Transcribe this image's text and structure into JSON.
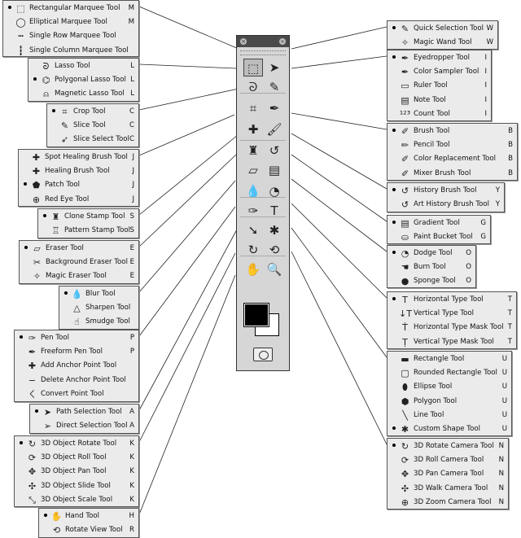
{
  "toolbox": {
    "close_glyph": "×",
    "collapse_glyph": "»",
    "tools": [
      {
        "name": "marquee-tool",
        "icon": "⬚",
        "selected": true
      },
      {
        "name": "move-tool",
        "icon": "➤"
      },
      {
        "name": "lasso-tool",
        "icon": "ᘐ"
      },
      {
        "name": "quick-selection-tool",
        "icon": "✎"
      },
      {
        "name": "crop-tool",
        "icon": "⌗"
      },
      {
        "name": "eyedropper-tool",
        "icon": "✒"
      },
      {
        "name": "healing-tool",
        "icon": "✚"
      },
      {
        "name": "brush-tool",
        "icon": "🖌"
      },
      {
        "name": "clone-stamp-tool",
        "icon": "♜"
      },
      {
        "name": "history-brush-tool",
        "icon": "↺"
      },
      {
        "name": "eraser-tool",
        "icon": "▱"
      },
      {
        "name": "gradient-tool",
        "icon": "▤"
      },
      {
        "name": "blur-tool",
        "icon": "💧"
      },
      {
        "name": "dodge-tool",
        "icon": "◔"
      },
      {
        "name": "pen-tool",
        "icon": "✑"
      },
      {
        "name": "type-tool",
        "icon": "T"
      },
      {
        "name": "path-selection-tool",
        "icon": "➘"
      },
      {
        "name": "custom-shape-tool",
        "icon": "✱"
      },
      {
        "name": "3d-rotate-tool",
        "icon": "↻"
      },
      {
        "name": "3d-camera-tool",
        "icon": "⟲"
      },
      {
        "name": "hand-tool",
        "icon": "✋"
      },
      {
        "name": "zoom-tool",
        "icon": "🔍"
      }
    ]
  },
  "flyouts_left": [
    {
      "items": [
        {
          "label": "Rectangular Marquee Tool",
          "key": "M",
          "icon": "⬚",
          "active": true
        },
        {
          "label": "Elliptical Marquee Tool",
          "key": "M",
          "icon": "◯"
        },
        {
          "label": "Single Row Marquee Tool",
          "key": "",
          "icon": "┅"
        },
        {
          "label": "Single Column Marquee Tool",
          "key": "",
          "icon": "┇"
        }
      ]
    },
    {
      "items": [
        {
          "label": "Lasso Tool",
          "key": "L",
          "icon": "ᘐ"
        },
        {
          "label": "Polygonal Lasso Tool",
          "key": "L",
          "icon": "⌬",
          "active": true
        },
        {
          "label": "Magnetic Lasso Tool",
          "key": "L",
          "icon": "⍝"
        }
      ]
    },
    {
      "items": [
        {
          "label": "Crop Tool",
          "key": "C",
          "icon": "⌗",
          "active": true
        },
        {
          "label": "Slice Tool",
          "key": "C",
          "icon": "✎"
        },
        {
          "label": "Slice Select Tool",
          "key": "C",
          "icon": "➶"
        }
      ]
    },
    {
      "items": [
        {
          "label": "Spot Healing Brush Tool",
          "key": "J",
          "icon": "✚"
        },
        {
          "label": "Healing Brush Tool",
          "key": "J",
          "icon": "✚"
        },
        {
          "label": "Patch Tool",
          "key": "J",
          "icon": "⬟",
          "active": true
        },
        {
          "label": "Red Eye Tool",
          "key": "J",
          "icon": "⊕"
        }
      ]
    },
    {
      "items": [
        {
          "label": "Clone Stamp Tool",
          "key": "S",
          "icon": "♜",
          "active": true
        },
        {
          "label": "Pattern Stamp Tool",
          "key": "S",
          "icon": "♖"
        }
      ]
    },
    {
      "items": [
        {
          "label": "Eraser Tool",
          "key": "E",
          "icon": "▱",
          "active": true
        },
        {
          "label": "Background Eraser Tool",
          "key": "E",
          "icon": "✂"
        },
        {
          "label": "Magic Eraser Tool",
          "key": "E",
          "icon": "✧"
        }
      ]
    },
    {
      "items": [
        {
          "label": "Blur Tool",
          "key": "",
          "icon": "💧",
          "active": true
        },
        {
          "label": "Sharpen Tool",
          "key": "",
          "icon": "△"
        },
        {
          "label": "Smudge Tool",
          "key": "",
          "icon": "☝"
        }
      ]
    },
    {
      "items": [
        {
          "label": "Pen Tool",
          "key": "P",
          "icon": "✑",
          "active": true
        },
        {
          "label": "Freeform Pen Tool",
          "key": "P",
          "icon": "✒"
        },
        {
          "label": "Add Anchor Point Tool",
          "key": "",
          "icon": "✚"
        },
        {
          "label": "Delete Anchor Point Tool",
          "key": "",
          "icon": "−"
        },
        {
          "label": "Convert Point Tool",
          "key": "",
          "icon": "ㄑ"
        }
      ]
    },
    {
      "items": [
        {
          "label": "Path Selection Tool",
          "key": "A",
          "icon": "➤",
          "active": true
        },
        {
          "label": "Direct Selection Tool",
          "key": "A",
          "icon": "➢"
        }
      ]
    },
    {
      "items": [
        {
          "label": "3D Object Rotate Tool",
          "key": "K",
          "icon": "↻",
          "active": true
        },
        {
          "label": "3D Object Roll Tool",
          "key": "K",
          "icon": "⟳"
        },
        {
          "label": "3D Object Pan Tool",
          "key": "K",
          "icon": "✥"
        },
        {
          "label": "3D Object Slide Tool",
          "key": "K",
          "icon": "✣"
        },
        {
          "label": "3D Object Scale Tool",
          "key": "K",
          "icon": "⤡"
        }
      ]
    },
    {
      "items": [
        {
          "label": "Hand Tool",
          "key": "H",
          "icon": "✋",
          "active": true
        },
        {
          "label": "Rotate View Tool",
          "key": "R",
          "icon": "⟲"
        }
      ]
    }
  ],
  "flyouts_right": [
    {
      "items": [
        {
          "label": "Quick Selection Tool",
          "key": "W",
          "icon": "✎",
          "active": true
        },
        {
          "label": "Magic Wand Tool",
          "key": "W",
          "icon": "✧"
        }
      ]
    },
    {
      "items": [
        {
          "label": "Eyedropper Tool",
          "key": "I",
          "icon": "✒",
          "active": true
        },
        {
          "label": "Color Sampler Tool",
          "key": "I",
          "icon": "✒"
        },
        {
          "label": "Ruler Tool",
          "key": "I",
          "icon": "▭"
        },
        {
          "label": "Note Tool",
          "key": "I",
          "icon": "▤"
        },
        {
          "label": "Count Tool",
          "key": "I",
          "icon": "¹²³"
        }
      ]
    },
    {
      "items": [
        {
          "label": "Brush Tool",
          "key": "B",
          "icon": "✐",
          "active": true
        },
        {
          "label": "Pencil Tool",
          "key": "B",
          "icon": "✏"
        },
        {
          "label": "Color Replacement Tool",
          "key": "B",
          "icon": "✐"
        },
        {
          "label": "Mixer Brush Tool",
          "key": "B",
          "icon": "✐"
        }
      ]
    },
    {
      "items": [
        {
          "label": "History Brush Tool",
          "key": "Y",
          "icon": "↺",
          "active": true
        },
        {
          "label": "Art History Brush Tool",
          "key": "Y",
          "icon": "↺"
        }
      ]
    },
    {
      "items": [
        {
          "label": "Gradient Tool",
          "key": "G",
          "icon": "▤",
          "active": true
        },
        {
          "label": "Paint Bucket Tool",
          "key": "G",
          "icon": "⛀"
        }
      ]
    },
    {
      "items": [
        {
          "label": "Dodge Tool",
          "key": "O",
          "icon": "◔",
          "active": true
        },
        {
          "label": "Burn Tool",
          "key": "O",
          "icon": "☚"
        },
        {
          "label": "Sponge Tool",
          "key": "O",
          "icon": "●"
        }
      ]
    },
    {
      "items": [
        {
          "label": "Horizontal Type Tool",
          "key": "T",
          "icon": "T",
          "active": true
        },
        {
          "label": "Vertical Type Tool",
          "key": "T",
          "icon": "↓T"
        },
        {
          "label": "Horizontal Type Mask Tool",
          "key": "T",
          "icon": "Ṫ"
        },
        {
          "label": "Vertical Type Mask Tool",
          "key": "T",
          "icon": "Ṭ"
        }
      ]
    },
    {
      "items": [
        {
          "label": "Rectangle Tool",
          "key": "U",
          "icon": "▬"
        },
        {
          "label": "Rounded Rectangle Tool",
          "key": "U",
          "icon": "▢"
        },
        {
          "label": "Ellipse Tool",
          "key": "U",
          "icon": "⬮"
        },
        {
          "label": "Polygon Tool",
          "key": "U",
          "icon": "⬢"
        },
        {
          "label": "Line Tool",
          "key": "U",
          "icon": "╲"
        },
        {
          "label": "Custom Shape Tool",
          "key": "U",
          "icon": "✱",
          "active": true
        }
      ]
    },
    {
      "items": [
        {
          "label": "3D Rotate Camera Tool",
          "key": "N",
          "icon": "↻",
          "active": true
        },
        {
          "label": "3D Roll Camera Tool",
          "key": "N",
          "icon": "⟳"
        },
        {
          "label": "3D Pan Camera Tool",
          "key": "N",
          "icon": "✥"
        },
        {
          "label": "3D Walk Camera Tool",
          "key": "N",
          "icon": "✣"
        },
        {
          "label": "3D Zoom Camera Tool",
          "key": "N",
          "icon": "⊕"
        }
      ]
    }
  ],
  "colors": {
    "panel": "#ebebeb",
    "toolbox": "#d6d6d6",
    "foreground": "#000000",
    "background": "#ffffff"
  }
}
